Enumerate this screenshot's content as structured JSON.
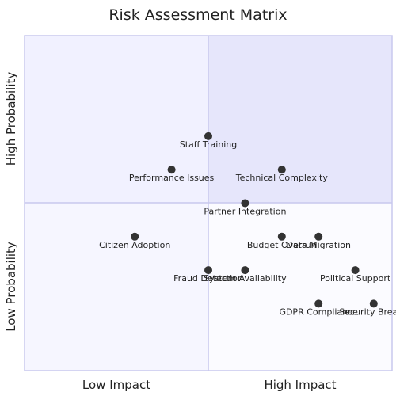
{
  "chart_data": {
    "type": "scatter",
    "title": "Risk Assessment Matrix",
    "x_axis": {
      "low_label": "Low Impact",
      "high_label": "High Impact",
      "range": [
        0,
        1
      ]
    },
    "y_axis": {
      "low_label": "Low Probability",
      "high_label": "High Probability",
      "range": [
        0,
        1
      ]
    },
    "quadrant_colors": {
      "top_left": "#f1f1ff",
      "top_right": "#e6e6fb",
      "bottom_left": "#f6f6ff",
      "bottom_right": "#fbfbff",
      "border": "#c8c8ee"
    },
    "point_color": "#333333",
    "points": [
      {
        "label": "Staff Training",
        "x": 0.5,
        "y": 0.7
      },
      {
        "label": "Performance Issues",
        "x": 0.4,
        "y": 0.6
      },
      {
        "label": "Technical Complexity",
        "x": 0.7,
        "y": 0.6
      },
      {
        "label": "Partner Integration",
        "x": 0.6,
        "y": 0.5
      },
      {
        "label": "Citizen Adoption",
        "x": 0.3,
        "y": 0.4
      },
      {
        "label": "Budget Overrun",
        "x": 0.7,
        "y": 0.4
      },
      {
        "label": "Data Migration",
        "x": 0.8,
        "y": 0.4
      },
      {
        "label": "Fraud Detection",
        "x": 0.5,
        "y": 0.3
      },
      {
        "label": "System Availability",
        "x": 0.6,
        "y": 0.3
      },
      {
        "label": "Political Support",
        "x": 0.9,
        "y": 0.3
      },
      {
        "label": "GDPR Compliance",
        "x": 0.8,
        "y": 0.2
      },
      {
        "label": "Security Breach",
        "x": 0.95,
        "y": 0.2
      }
    ]
  }
}
